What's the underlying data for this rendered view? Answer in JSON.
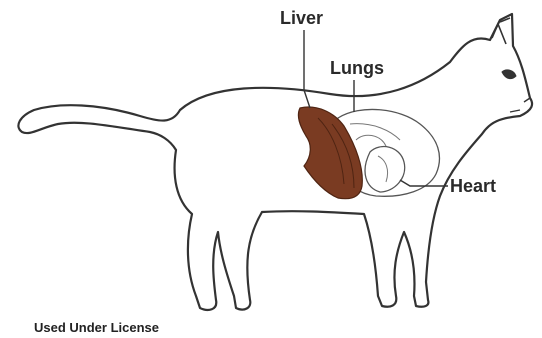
{
  "labels": {
    "liver": "Liver",
    "lungs": "Lungs",
    "heart": "Heart"
  },
  "credit": "Used Under License",
  "colors": {
    "outline": "#333333",
    "liver_fill": "#7a3b22",
    "liver_dark": "#4f2412",
    "organ_outline": "#555555",
    "lung_fill": "#ffffff"
  }
}
